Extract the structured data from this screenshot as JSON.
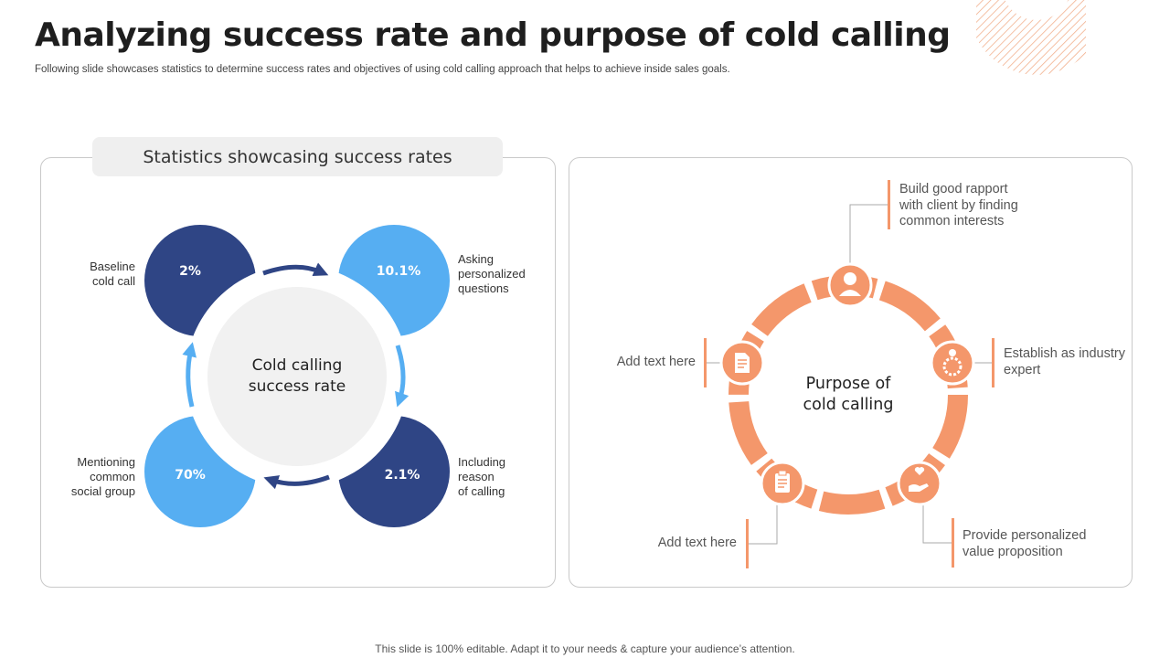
{
  "title": "Analyzing success rate and purpose of cold calling",
  "subtitle": "Following slide showcases statistics to determine success rates and objectives of using cold calling approach that helps to achieve inside sales goals.",
  "left_panel": {
    "header": "Statistics showcasing success rates",
    "center": "Cold calling\nsuccess rate",
    "colors": {
      "dark": "#2f4585",
      "light": "#56aef2",
      "center_bg": "#f1f1f1"
    },
    "stats": [
      {
        "value": "2%",
        "label": "Baseline\ncold call",
        "color": "dark"
      },
      {
        "value": "10.1%",
        "label": "Asking\npersonalized\nquestions",
        "color": "light"
      },
      {
        "value": "2.1%",
        "label": "Including\nreason\nof calling",
        "color": "dark"
      },
      {
        "value": "70%",
        "label": "Mentioning\ncommon\nsocial group",
        "color": "light"
      }
    ]
  },
  "right_panel": {
    "center": "Purpose of\ncold calling",
    "accent": "#f4976b",
    "items": [
      {
        "icon": "person-icon",
        "label": "Build good rapport\nwith client by finding\ncommon interests"
      },
      {
        "icon": "gear-person-icon",
        "label": "Establish as industry\nexpert"
      },
      {
        "icon": "hand-heart-icon",
        "label": "Provide personalized\nvalue proposition"
      },
      {
        "icon": "clipboard-icon",
        "label": "Add text here"
      },
      {
        "icon": "document-icon",
        "label": "Add text here"
      }
    ]
  },
  "footer": "This slide is 100% editable. Adapt it to your needs & capture your audience’s attention."
}
